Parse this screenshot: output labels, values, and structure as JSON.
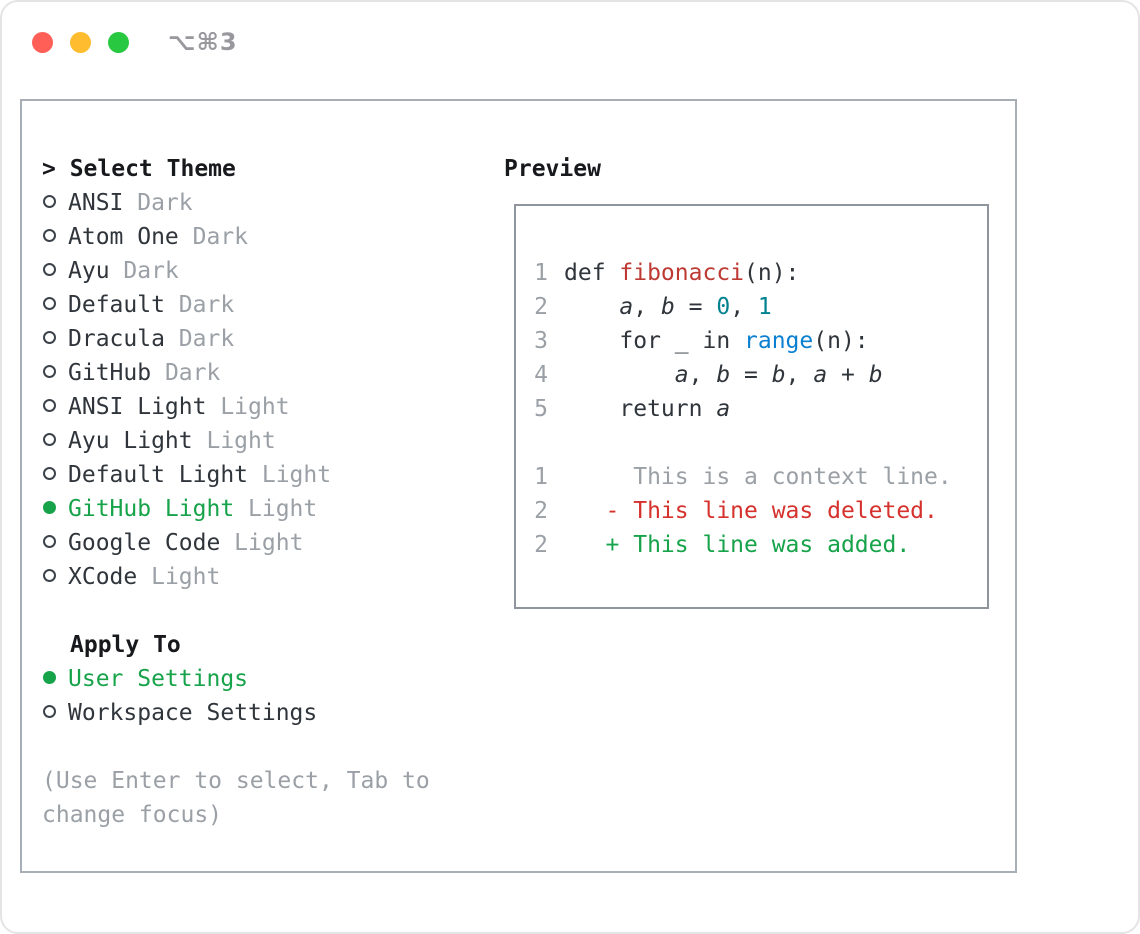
{
  "colors": {
    "accent_green": "#17a34a",
    "heading_black": "#17191c",
    "code_plain": "#2f353b",
    "muted_gray": "#9aa0a6",
    "func_red": "#bd3a33",
    "number_teal": "#00828f",
    "builtin_blue": "#0b80d0",
    "deleted_red": "#d5312d",
    "added_green": "#17a34a"
  },
  "window": {
    "shortcut_label": "⌥⌘3",
    "traffic_lights": [
      {
        "name": "close-button",
        "color": "#ff5f57"
      },
      {
        "name": "minimize-button",
        "color": "#febc2e"
      },
      {
        "name": "zoom-button",
        "color": "#28c840"
      }
    ]
  },
  "theme_selector": {
    "title": "> Select Theme",
    "themes": [
      {
        "name": "ANSI",
        "variant": "Dark",
        "selected": false
      },
      {
        "name": "Atom One",
        "variant": "Dark",
        "selected": false
      },
      {
        "name": "Ayu",
        "variant": "Dark",
        "selected": false
      },
      {
        "name": "Default",
        "variant": "Dark",
        "selected": false
      },
      {
        "name": "Dracula",
        "variant": "Dark",
        "selected": false
      },
      {
        "name": "GitHub",
        "variant": "Dark",
        "selected": false
      },
      {
        "name": "ANSI Light",
        "variant": "Light",
        "selected": false
      },
      {
        "name": "Ayu Light",
        "variant": "Light",
        "selected": false
      },
      {
        "name": "Default Light",
        "variant": "Light",
        "selected": false
      },
      {
        "name": "GitHub Light",
        "variant": "Light",
        "selected": true
      },
      {
        "name": "Google Code",
        "variant": "Light",
        "selected": false
      },
      {
        "name": "XCode",
        "variant": "Light",
        "selected": false
      }
    ],
    "apply_to": {
      "title": "Apply To",
      "options": [
        {
          "label": "User Settings",
          "selected": true
        },
        {
          "label": "Workspace Settings",
          "selected": false
        }
      ]
    },
    "hint": "(Use Enter to select, Tab to change focus)"
  },
  "preview": {
    "title": "Preview",
    "code_lines": [
      {
        "num": "1",
        "tokens": [
          [
            "plain",
            "def "
          ],
          [
            "func",
            "fibonacci"
          ],
          [
            "plain",
            "(n):"
          ]
        ]
      },
      {
        "num": "2",
        "tokens": [
          [
            "plain",
            "    "
          ],
          [
            "var",
            "a"
          ],
          [
            "plain",
            ", "
          ],
          [
            "var",
            "b"
          ],
          [
            "plain",
            " = "
          ],
          [
            "num",
            "0"
          ],
          [
            "plain",
            ", "
          ],
          [
            "num",
            "1"
          ]
        ]
      },
      {
        "num": "3",
        "tokens": [
          [
            "plain",
            "    for _ in "
          ],
          [
            "call",
            "range"
          ],
          [
            "plain",
            "(n):"
          ]
        ]
      },
      {
        "num": "4",
        "tokens": [
          [
            "plain",
            "        "
          ],
          [
            "var",
            "a"
          ],
          [
            "plain",
            ", "
          ],
          [
            "var",
            "b"
          ],
          [
            "plain",
            " = "
          ],
          [
            "var",
            "b"
          ],
          [
            "plain",
            ", "
          ],
          [
            "var",
            "a"
          ],
          [
            "plain",
            " + "
          ],
          [
            "var",
            "b"
          ]
        ]
      },
      {
        "num": "5",
        "tokens": [
          [
            "plain",
            "    return "
          ],
          [
            "var",
            "a"
          ]
        ]
      }
    ],
    "diff_lines": [
      {
        "num": "1",
        "type": "context",
        "text": "     This is a context line."
      },
      {
        "num": "2",
        "type": "deleted",
        "text": "   - This line was deleted."
      },
      {
        "num": "2",
        "type": "added",
        "text": "   + This line was added."
      }
    ]
  }
}
